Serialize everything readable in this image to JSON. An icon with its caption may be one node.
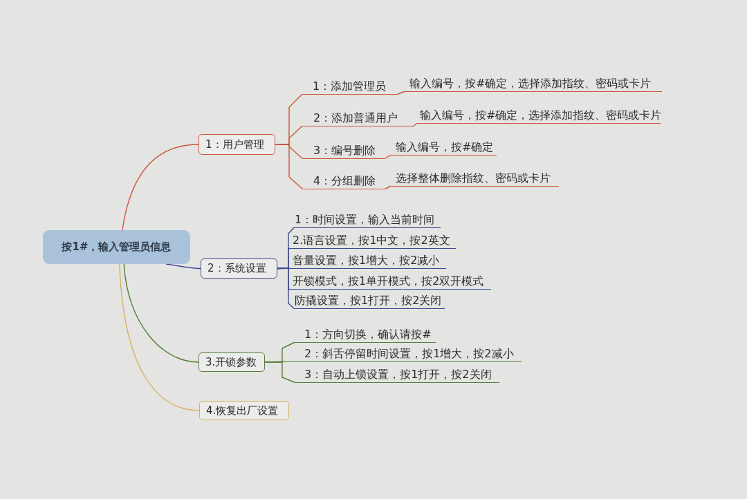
{
  "diagram": {
    "nodes": [
      {
        "text": [
          "按1#，输入管理员信息"
        ]
      },
      {
        "text": [
          "1：用户管理"
        ]
      },
      {
        "text": [
          "1：添加管理员"
        ]
      },
      {
        "text": [
          "输入编号，按#确定，选择添加指纹、密码或卡片"
        ]
      },
      {
        "text": [
          "2：添加普通用户"
        ]
      },
      {
        "text": [
          "输入编号，按#确定，选择添加指纹、密码或卡片"
        ]
      },
      {
        "text": [
          "3：编号删除"
        ]
      },
      {
        "text": [
          "输入编号，按#确定"
        ]
      },
      {
        "text": [
          "4：分组删除"
        ]
      },
      {
        "text": [
          "选择整体删除指纹、密码或卡片"
        ]
      },
      {
        "text": [
          "2：系统设置"
        ]
      },
      {
        "text": [
          "1：时间设置，输入当前时间"
        ]
      },
      {
        "text": [
          "2.语言设置，按1中文，按2英文"
        ]
      },
      {
        "text": [
          "音量设置，按1增大，按2减小"
        ]
      },
      {
        "text": [
          "开锁模式，按1单开模式，按2双开模式"
        ]
      },
      {
        "text": [
          "防撬设置，按1打开，按2关闭"
        ]
      },
      {
        "text": [
          "3.开锁参数"
        ]
      },
      {
        "text": [
          "1：方向切换，确认请按#"
        ]
      },
      {
        "text": [
          "2：斜舌停留时间设置，按1增大，按2减小"
        ]
      },
      {
        "text": [
          "3：自动上锁设置，按1打开，按2关闭"
        ]
      },
      {
        "text": [
          "4.恢复出厂设置"
        ]
      }
    ],
    "edges": [
      {
        "from": 0,
        "to": 1,
        "arrow": "none"
      },
      {
        "from": 1,
        "to": 2,
        "arrow": "none"
      },
      {
        "from": 1,
        "to": 4,
        "arrow": "none"
      },
      {
        "from": 1,
        "to": 6,
        "arrow": "none"
      },
      {
        "from": 1,
        "to": 8,
        "arrow": "none"
      },
      {
        "from": 2,
        "to": 3,
        "arrow": "none"
      },
      {
        "from": 4,
        "to": 5,
        "arrow": "none"
      },
      {
        "from": 6,
        "to": 7,
        "arrow": "none"
      },
      {
        "from": 8,
        "to": 9,
        "arrow": "none"
      },
      {
        "from": 0,
        "to": 10,
        "arrow": "none",
        "color": "#3d4a8f"
      },
      {
        "from": 10,
        "to": 11,
        "arrow": "none",
        "color": "#3d4a8f"
      },
      {
        "from": 10,
        "to": 12,
        "arrow": "none",
        "color": "#3d4a8f"
      },
      {
        "from": 10,
        "to": 13,
        "arrow": "none",
        "color": "#3d4a8f"
      },
      {
        "from": 10,
        "to": 14,
        "arrow": "none",
        "color": "#3d4a8f"
      },
      {
        "from": 10,
        "to": 15,
        "arrow": "none",
        "color": "#3d4a8f"
      },
      {
        "from": 0,
        "to": 16,
        "arrow": "none",
        "color": "#54803c"
      },
      {
        "from": 16,
        "to": 17,
        "arrow": "none",
        "color": "#54803c"
      },
      {
        "from": 16,
        "to": 18,
        "arrow": "none",
        "color": "#54803c"
      },
      {
        "from": 16,
        "to": 19,
        "arrow": "none",
        "color": "#54803c"
      },
      {
        "from": 0,
        "to": 20,
        "arrow": "none",
        "color": "#d4b262"
      }
    ]
  }
}
